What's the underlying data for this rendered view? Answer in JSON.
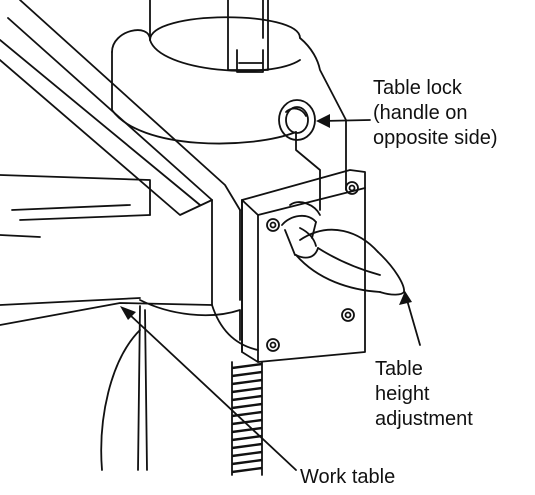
{
  "labels": {
    "table_lock": [
      "Table lock",
      "(handle on",
      "opposite side)"
    ],
    "table_height_adjustment": [
      "Table",
      "height",
      "adjustment"
    ],
    "work_table": "Work table"
  },
  "colors": {
    "line": "#111111",
    "background": "#ffffff"
  }
}
